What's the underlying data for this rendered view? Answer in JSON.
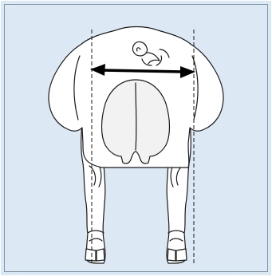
{
  "figure": {
    "subject": "cow-rear-view",
    "background_color": "#dce9f5",
    "frame_color": "#7f95ad",
    "outline_color": "#1a1a1a",
    "body_fill": "#ffffff",
    "udder_fill": "#f2f2f2",
    "measurement": {
      "type": "rump-width",
      "arrow": "double-headed",
      "guide_lines": "dashed-vertical"
    }
  }
}
